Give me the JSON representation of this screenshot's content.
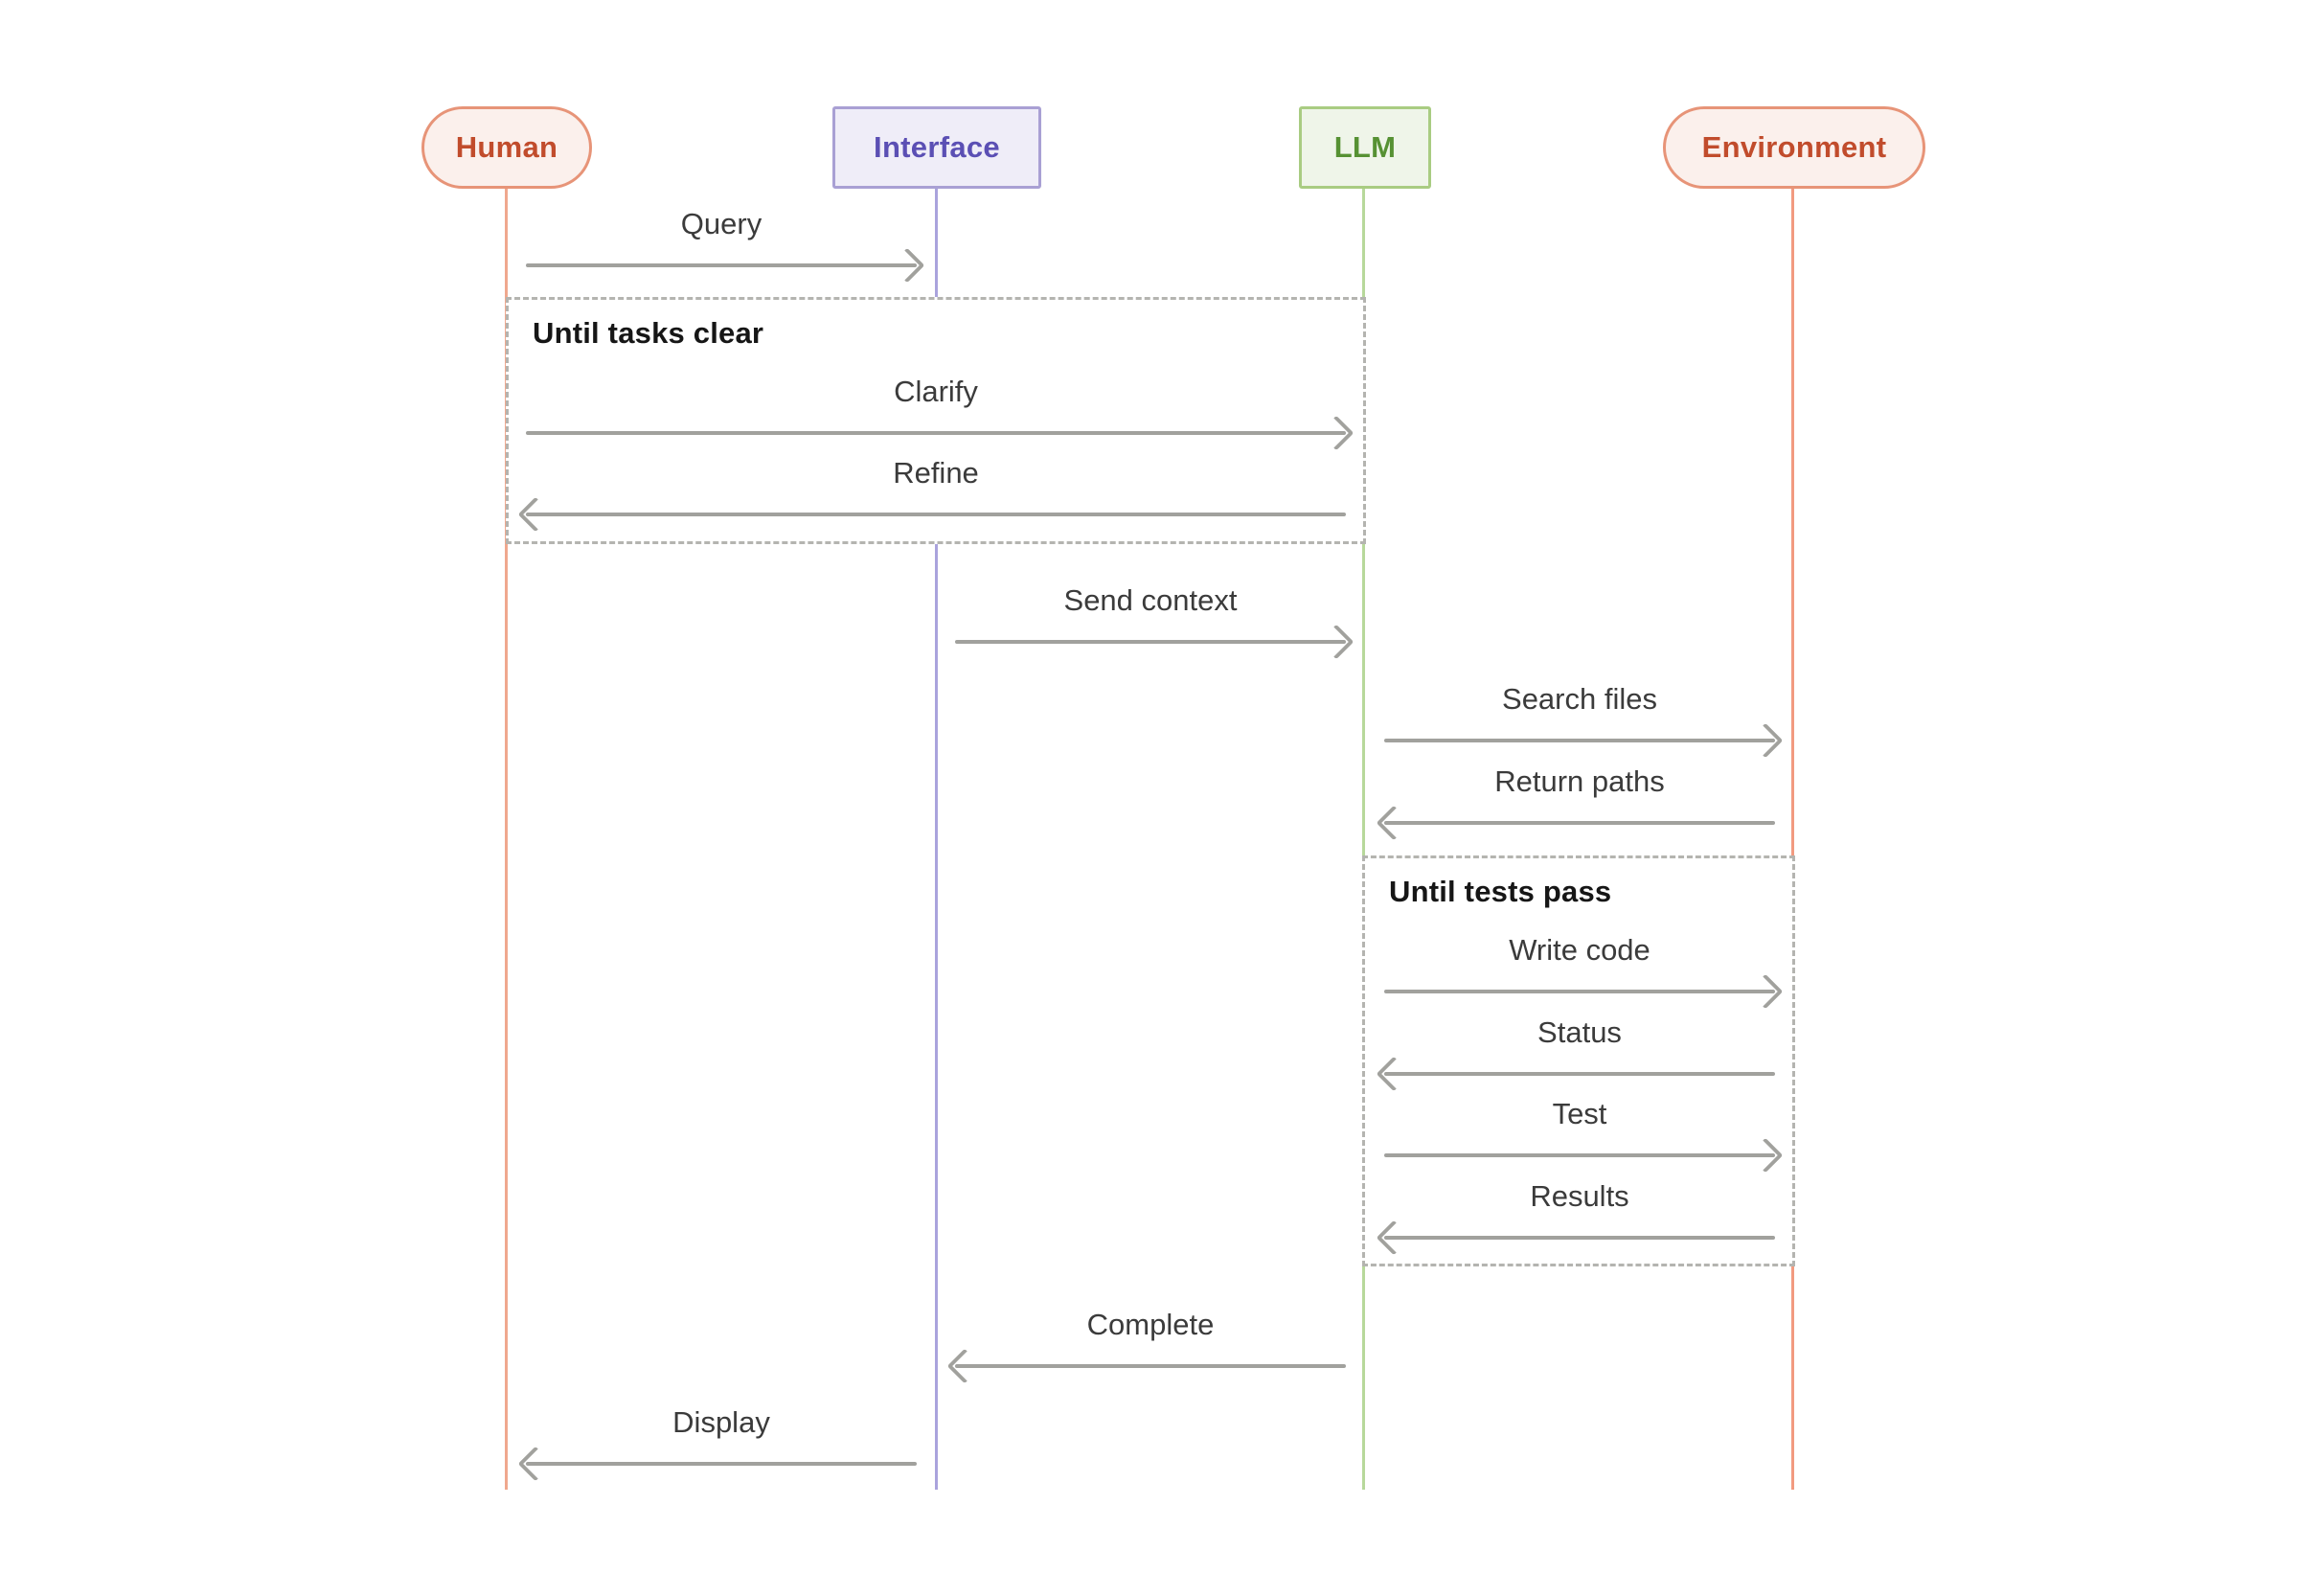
{
  "diagram": {
    "type": "sequence-diagram",
    "actors": [
      {
        "id": "human",
        "label": "Human",
        "shape": "pill",
        "text_color": "#c14c2c",
        "bg": "#fbf0ec",
        "border": "#e79478",
        "lifeline_color": "#f0a88e"
      },
      {
        "id": "interface",
        "label": "Interface",
        "shape": "rect",
        "text_color": "#5b4fb4",
        "bg": "#efedf8",
        "border": "#a9a0d4",
        "lifeline_color": "#aaa3dd"
      },
      {
        "id": "llm",
        "label": "LLM",
        "shape": "rect",
        "text_color": "#569133",
        "bg": "#eff5e9",
        "border": "#a9cc82",
        "lifeline_color": "#b7d89b"
      },
      {
        "id": "environment",
        "label": "Environment",
        "shape": "pill",
        "text_color": "#c14c2c",
        "bg": "#fbf0ec",
        "border": "#e79478",
        "lifeline_color": "#f29a80"
      }
    ],
    "loops": [
      {
        "title": "Until tasks clear",
        "spans": [
          "human",
          "llm"
        ]
      },
      {
        "title": "Until tests pass",
        "spans": [
          "llm",
          "environment"
        ]
      }
    ],
    "messages": [
      {
        "label": "Query",
        "from": "human",
        "to": "interface",
        "loop": null
      },
      {
        "label": "Clarify",
        "from": "human",
        "to": "llm",
        "loop": "Until tasks clear"
      },
      {
        "label": "Refine",
        "from": "llm",
        "to": "human",
        "loop": "Until tasks clear"
      },
      {
        "label": "Send context",
        "from": "interface",
        "to": "llm",
        "loop": null
      },
      {
        "label": "Search files",
        "from": "llm",
        "to": "environment",
        "loop": null
      },
      {
        "label": "Return paths",
        "from": "environment",
        "to": "llm",
        "loop": null
      },
      {
        "label": "Write code",
        "from": "llm",
        "to": "environment",
        "loop": "Until tests pass"
      },
      {
        "label": "Status",
        "from": "environment",
        "to": "llm",
        "loop": "Until tests pass"
      },
      {
        "label": "Test",
        "from": "llm",
        "to": "environment",
        "loop": "Until tests pass"
      },
      {
        "label": "Results",
        "from": "environment",
        "to": "llm",
        "loop": "Until tests pass"
      },
      {
        "label": "Complete",
        "from": "llm",
        "to": "interface",
        "loop": null
      },
      {
        "label": "Display",
        "from": "interface",
        "to": "human",
        "loop": null
      }
    ],
    "colors": {
      "arrow": "#a1a19d",
      "message_text": "#3b3b3b",
      "loop_border": "#b4b4b0",
      "loop_title_text": "#161616",
      "background": "#ffffff"
    }
  }
}
